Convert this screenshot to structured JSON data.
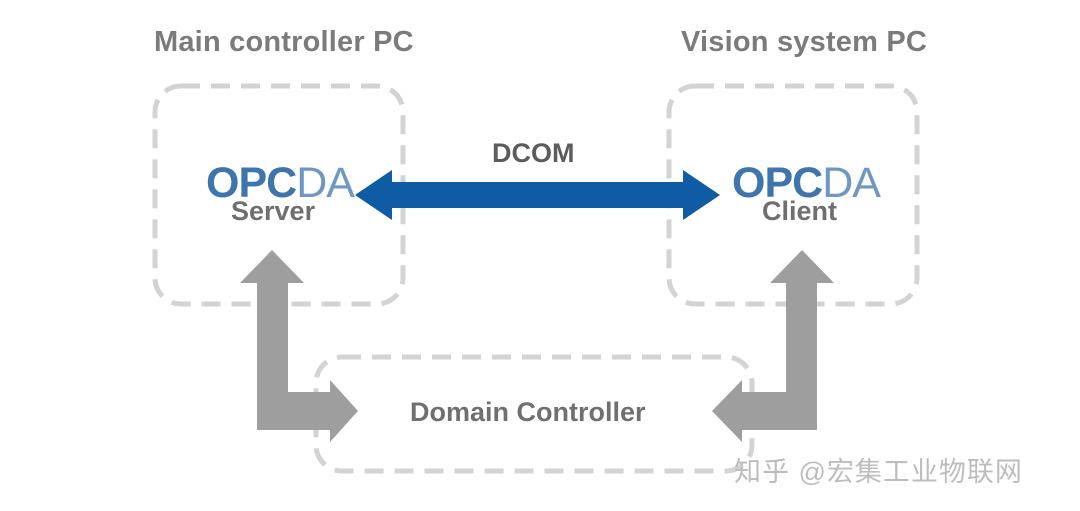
{
  "left_box": {
    "title": "Main controller PC",
    "logo_opc": "OPC",
    "logo_da": "DA",
    "role": "Server"
  },
  "right_box": {
    "title": "Vision system PC",
    "logo_opc": "OPC",
    "logo_da": "DA",
    "role": "Client"
  },
  "link": {
    "label": "DCOM",
    "color": "#0f5ba4"
  },
  "bottom_box": {
    "label": "Domain Controller"
  },
  "watermark": "知乎 @宏集工业物联网",
  "colors": {
    "dashed_border": "#d3d3d3",
    "gray_arrow": "#9e9e9e",
    "opc_blue": "#3e75ad",
    "da_blue": "#6e97c4"
  }
}
